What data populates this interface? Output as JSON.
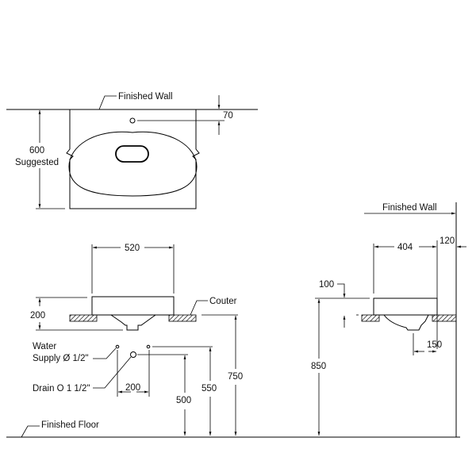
{
  "top_view": {
    "wall_label": "Finished Wall",
    "depth_value": "600",
    "depth_note": "Suggested",
    "tap_offset": "70"
  },
  "front_view": {
    "width_value": "520",
    "height_value": "200",
    "counter_label": "Couter",
    "water_label_line1": "Water",
    "water_label_line2": "Supply Ø 1/2\"",
    "drain_label": "Drain O 1 1/2\"",
    "supply_spacing": "200",
    "drain_height": "500",
    "supply_height": "550",
    "counter_height": "750",
    "floor_label": "Finished Floor"
  },
  "side_view": {
    "wall_label": "Finished Wall",
    "depth_value": "404",
    "wall_gap": "120",
    "above_counter": "100",
    "drain_offset": "150",
    "rim_height": "850"
  }
}
